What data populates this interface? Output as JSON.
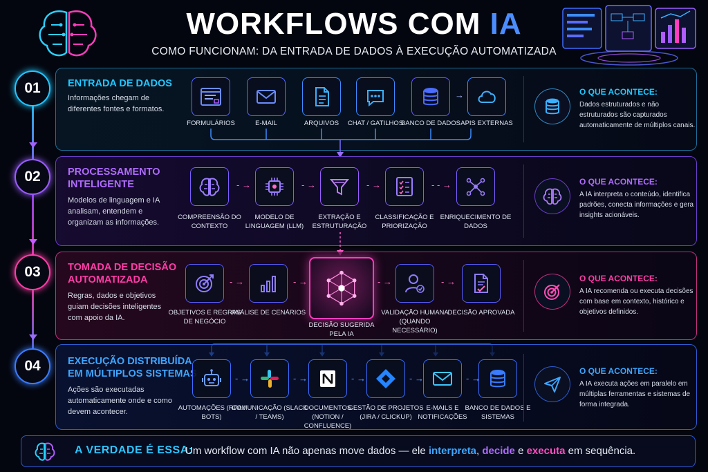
{
  "header": {
    "title_main": "WORKFLOWS COM ",
    "title_accent": "IA",
    "subtitle": "COMO FUNCIONAM: DA ENTRADA DE DADOS À EXECUÇÃO AUTOMATIZADA"
  },
  "colors": {
    "step1": "#22c7ff",
    "step2": "#9b5cff",
    "step3": "#ff3da8",
    "step4": "#3a7cff"
  },
  "steps": [
    {
      "number": "01",
      "title_lines": [
        "ENTRADA DE DADOS"
      ],
      "description": "Informações chegam de diferentes fontes e formatos.",
      "items": [
        {
          "icon": "form-icon",
          "label": "FORMULÁRIOS"
        },
        {
          "icon": "email-icon",
          "label": "E-MAIL"
        },
        {
          "icon": "file-icon",
          "label": "ARQUIVOS"
        },
        {
          "icon": "chat-icon",
          "label": "CHAT / GATILHOS"
        },
        {
          "icon": "database-icon",
          "label": "BANCO DE DADOS"
        },
        {
          "icon": "cloud-icon",
          "label": "APIs EXTERNAS"
        }
      ],
      "oque_title": "O QUE ACONTECE:",
      "oque_text": "Dados estruturados e não estruturados são capturados automaticamente de múltiplos canais."
    },
    {
      "number": "02",
      "title_lines": [
        "PROCESSAMENTO",
        "INTELIGENTE"
      ],
      "description": "Modelos de linguagem e IA analisam, entendem e organizam as informações.",
      "items": [
        {
          "icon": "brain-icon",
          "label": "COMPREENSÃO DO CONTEXTO"
        },
        {
          "icon": "chip-icon",
          "label": "MODELO DE LINGUAGEM (LLM)"
        },
        {
          "icon": "funnel-icon",
          "label": "EXTRAÇÃO E ESTRUTURAÇÃO"
        },
        {
          "icon": "checklist-icon",
          "label": "CLASSIFICAÇÃO E PRIORIZAÇÃO"
        },
        {
          "icon": "network-icon",
          "label": "ENRIQUECIMENTO DE DADOS"
        }
      ],
      "oque_title": "O QUE ACONTECE:",
      "oque_text": "A IA interpreta o conteúdo, identifica padrões, conecta informações e gera insights acionáveis."
    },
    {
      "number": "03",
      "title_lines": [
        "TOMADA DE DECISÃO",
        "AUTOMATIZADA"
      ],
      "description": "Regras, dados e objetivos guiam decisões inteligentes com apoio da IA.",
      "items": [
        {
          "icon": "target-icon",
          "label": "OBJETIVOS E REGRAS DE NEGÓCIO"
        },
        {
          "icon": "bar-chart-icon",
          "label": "ANÁLISE DE CENÁRIOS"
        },
        {
          "icon": "ai-network-icon",
          "label": "DECISÃO SUGERIDA PELA IA"
        },
        {
          "icon": "user-check-icon",
          "label": "VALIDAÇÃO HUMANA (QUANDO NECESSÁRIO)"
        },
        {
          "icon": "approved-doc-icon",
          "label": "DECISÃO APROVADA"
        }
      ],
      "oque_title": "O QUE ACONTECE:",
      "oque_text": "A IA recomenda ou executa decisões com base em contexto, histórico e objetivos definidos."
    },
    {
      "number": "04",
      "title_lines": [
        "EXECUÇÃO DISTRIBUÍDA",
        "EM MÚLTIPLOS SISTEMAS"
      ],
      "description": "Ações são executadas automaticamente onde e como devem acontecer.",
      "items": [
        {
          "icon": "robot-icon",
          "label": "AUTOMAÇÕES (RPA / BOTS)"
        },
        {
          "icon": "slack-icon",
          "label": "COMUNICAÇÃO (SLACK / TEAMS)"
        },
        {
          "icon": "notion-icon",
          "label": "DOCUMENTOS (NOTION / CONFLUENCE)"
        },
        {
          "icon": "jira-icon",
          "label": "GESTÃO DE PROJETOS (JIRA / CLICKUP)"
        },
        {
          "icon": "email-icon",
          "label": "E-MAILS E NOTIFICAÇÕES"
        },
        {
          "icon": "database-icon",
          "label": "BANCO DE DADOS E SISTEMAS"
        }
      ],
      "oque_title": "O QUE ACONTECE:",
      "oque_text": "A IA executa ações em paralelo em múltiplas ferramentas e sistemas de forma integrada."
    }
  ],
  "footer": {
    "label": "A VERDADE É ESSA:",
    "text_start": "Um workflow com IA não apenas move dados — ele ",
    "word1": "interpreta",
    "sep1": ", ",
    "word2": "decide",
    "sep2": " e ",
    "word3": "executa",
    "text_end": " em sequência."
  }
}
